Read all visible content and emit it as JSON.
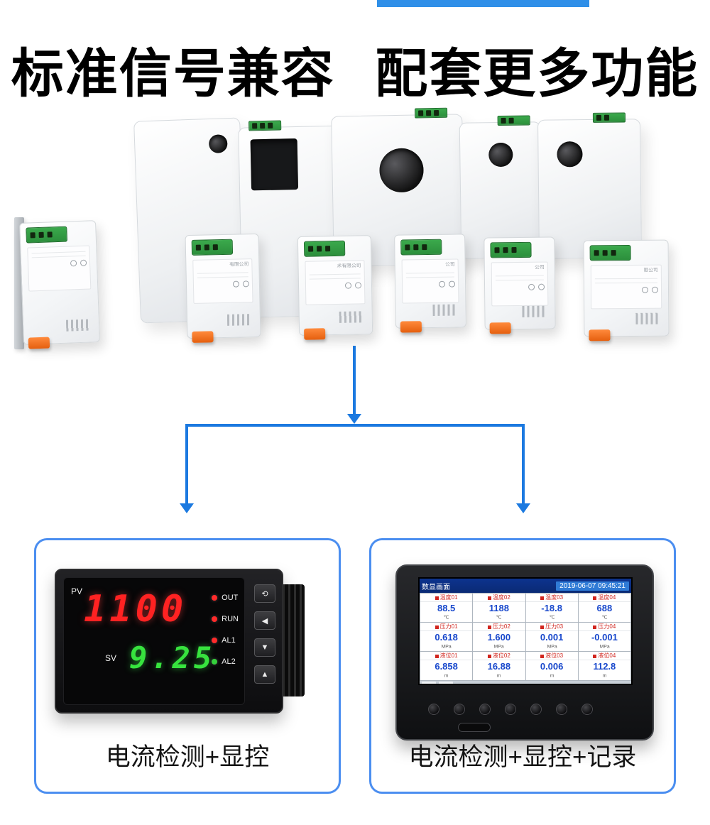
{
  "page": {
    "accent": "#1b79e0",
    "top_banner_color": "#2f8fe8",
    "title_part1": "标准信号兼容",
    "title_part2": "配套更多功能"
  },
  "products": {
    "modules": [
      {
        "label": ""
      },
      {
        "label": "有限公司"
      },
      {
        "label": "术有限公司"
      },
      {
        "label": "公司"
      },
      {
        "label": "公司"
      },
      {
        "label": "限公司"
      }
    ]
  },
  "meter": {
    "pv_label": "PV",
    "sv_label": "SV",
    "pv_value": "1100",
    "sv_value": "9.25",
    "leds": [
      {
        "label": "OUT",
        "color": "#ff2b2b"
      },
      {
        "label": "RUN",
        "color": "#ff2b2b"
      },
      {
        "label": "AL1",
        "color": "#ff2b2b"
      },
      {
        "label": "AL2",
        "color": "#35d13c"
      }
    ],
    "buttons": [
      "⟲",
      "◀",
      "▼",
      "▲"
    ],
    "caption": "电流检测+显控"
  },
  "recorder": {
    "screen_title": "数显画面",
    "timestamp": "2019-06-07 09:45:21",
    "value_color": "#1747cc",
    "channels": [
      {
        "name": "温度01",
        "value": "88.5",
        "unit": "℃"
      },
      {
        "name": "温度02",
        "value": "1188",
        "unit": "℃"
      },
      {
        "name": "温度03",
        "value": "-18.8",
        "unit": "℃"
      },
      {
        "name": "温度04",
        "value": "688",
        "unit": "℃"
      },
      {
        "name": "压力01",
        "value": "0.618",
        "unit": "MPa"
      },
      {
        "name": "压力02",
        "value": "1.600",
        "unit": "MPa"
      },
      {
        "name": "压力03",
        "value": "0.001",
        "unit": "MPa"
      },
      {
        "name": "压力04",
        "value": "-0.001",
        "unit": "MPa"
      },
      {
        "name": "液位01",
        "value": "6.858",
        "unit": "m"
      },
      {
        "name": "液位02",
        "value": "16.88",
        "unit": "m"
      },
      {
        "name": "液位03",
        "value": "0.006",
        "unit": "m"
      },
      {
        "name": "液位04",
        "value": "112.8",
        "unit": "m"
      }
    ],
    "caption": "电流检测+显控+记录"
  }
}
